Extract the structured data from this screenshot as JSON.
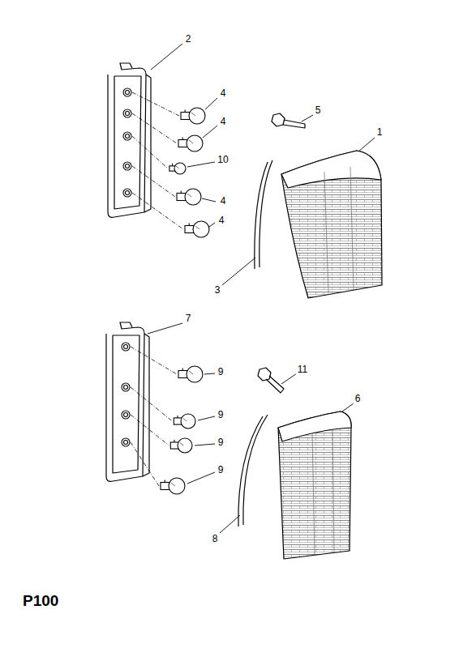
{
  "diagram": {
    "labels": [
      "2",
      "4",
      "5",
      "4",
      "1",
      "10",
      "4",
      "4",
      "3",
      "7",
      "11",
      "9",
      "6",
      "9",
      "9",
      "9",
      "8",
      "P100"
    ]
  }
}
